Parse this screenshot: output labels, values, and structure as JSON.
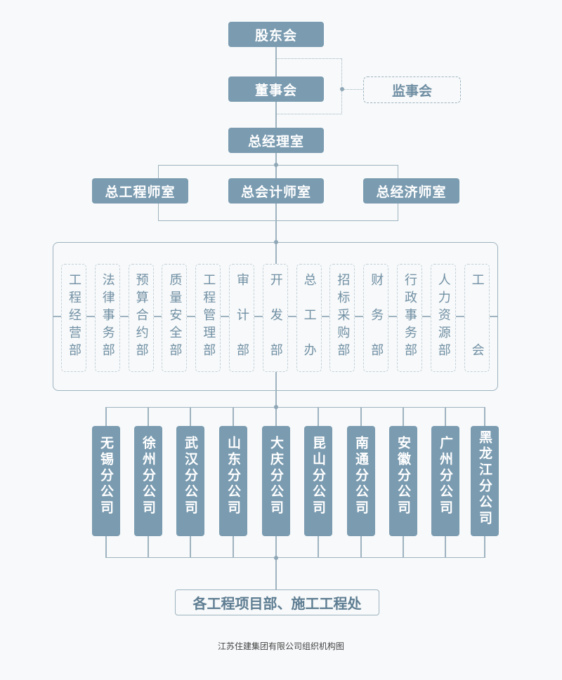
{
  "top": {
    "shareholders": "股东会",
    "board": "董事会",
    "supervisors": "监事会",
    "gm": "总经理室"
  },
  "chiefs": [
    "总工程师室",
    "总会计师室",
    "总经济师室"
  ],
  "departments": [
    "工程经营部",
    "法律事务部",
    "预算合约部",
    "质量安全部",
    "工程管理部",
    "审计部",
    "开发部",
    "总工办",
    "招标采购部",
    "财务部",
    "行政事务部",
    "人力资源部",
    "工会"
  ],
  "branches": [
    "无锡分公司",
    "徐州分公司",
    "武汉分公司",
    "山东分公司",
    "大庆分公司",
    "昆山分公司",
    "南通分公司",
    "安徽分公司",
    "广州分公司",
    "黑龙江分公司"
  ],
  "projects": "各工程项目部、施工工程处",
  "caption": "江苏住建集团有限公司组织机构图",
  "colors": {
    "box": "#7a9bb0",
    "line": "#9fb3c0",
    "background": "#f7f9fa"
  }
}
